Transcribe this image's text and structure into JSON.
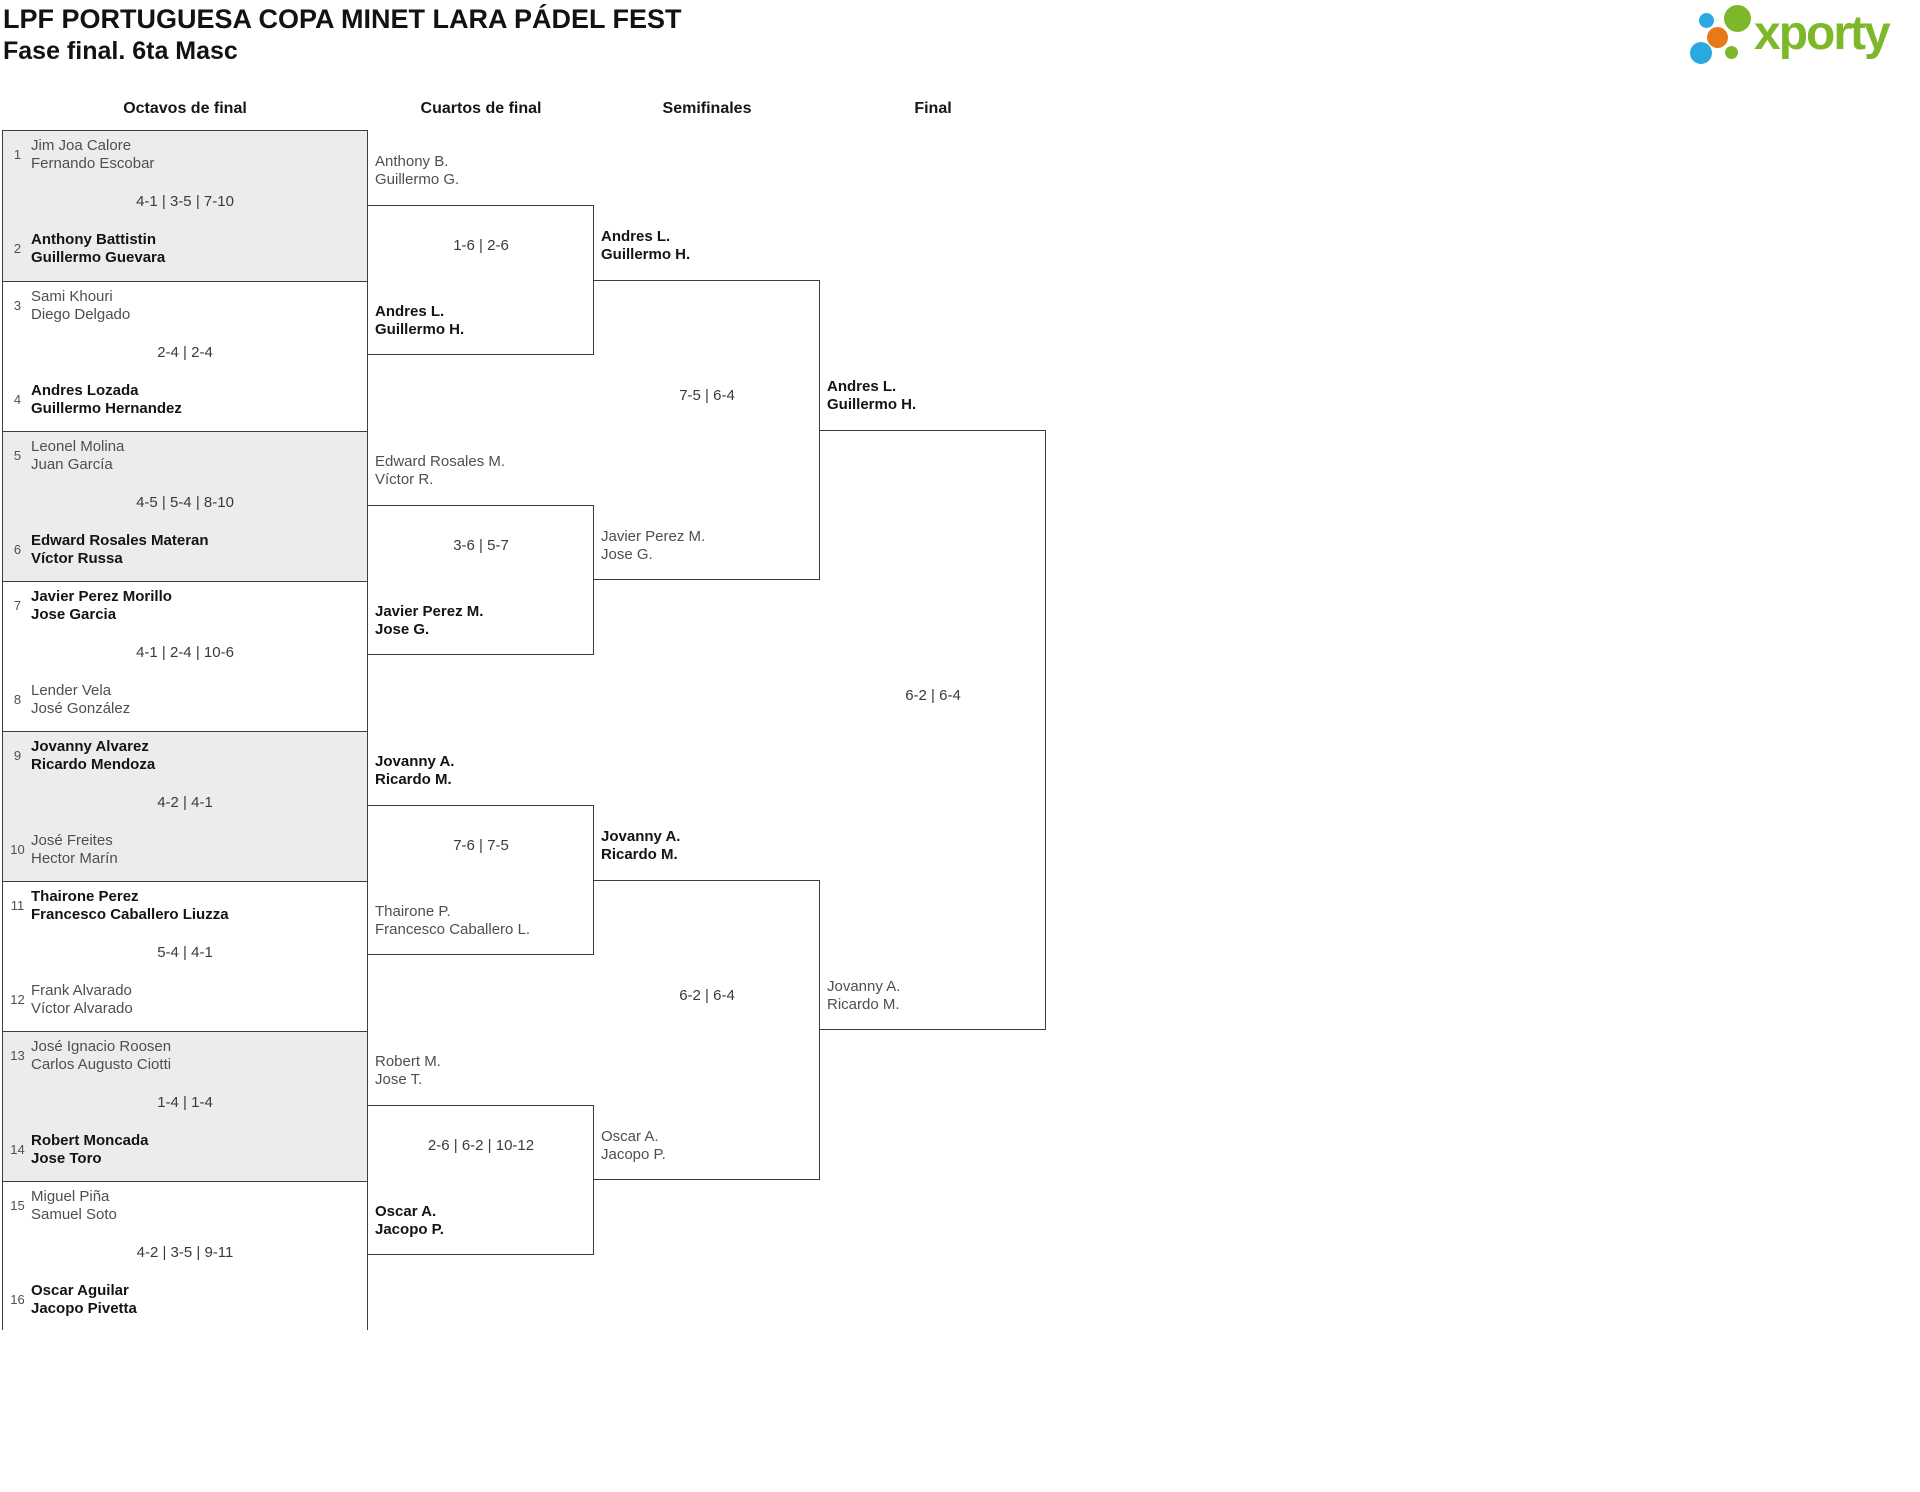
{
  "header": {
    "title": "LPF PORTUGUESA COPA MINET LARA PÁDEL FEST",
    "subtitle": "Fase final. 6ta Masc"
  },
  "logo": {
    "brand": "xporty",
    "green": "#7cb829",
    "blue": "#2aa9e0",
    "orange": "#e8791a"
  },
  "columns": [
    {
      "label": "Octavos de final"
    },
    {
      "label": "Cuartos de final"
    },
    {
      "label": "Semifinales"
    },
    {
      "label": "Final"
    }
  ],
  "bracket": {
    "octavos": [
      {
        "top": {
          "seed": "1",
          "players": [
            "Jim Joa Calore",
            "Fernando Escobar"
          ],
          "winner": false
        },
        "bottom": {
          "seed": "2",
          "players": [
            "Anthony Battistin",
            "Guillermo Guevara"
          ],
          "winner": true
        },
        "score": "4-1 | 3-5 | 7-10"
      },
      {
        "top": {
          "seed": "3",
          "players": [
            "Sami Khouri",
            "Diego Delgado"
          ],
          "winner": false
        },
        "bottom": {
          "seed": "4",
          "players": [
            "Andres Lozada",
            "Guillermo Hernandez"
          ],
          "winner": true
        },
        "score": "2-4 | 2-4"
      },
      {
        "top": {
          "seed": "5",
          "players": [
            "Leonel Molina",
            "Juan García"
          ],
          "winner": false
        },
        "bottom": {
          "seed": "6",
          "players": [
            "Edward Rosales Materan",
            "Víctor Russa"
          ],
          "winner": true
        },
        "score": "4-5 | 5-4 | 8-10"
      },
      {
        "top": {
          "seed": "7",
          "players": [
            "Javier Perez Morillo",
            "Jose Garcia"
          ],
          "winner": true
        },
        "bottom": {
          "seed": "8",
          "players": [
            "Lender Vela",
            "José González"
          ],
          "winner": false
        },
        "score": "4-1 | 2-4 | 10-6"
      },
      {
        "top": {
          "seed": "9",
          "players": [
            "Jovanny Alvarez",
            "Ricardo Mendoza"
          ],
          "winner": true
        },
        "bottom": {
          "seed": "10",
          "players": [
            "José Freites",
            "Hector Marín"
          ],
          "winner": false
        },
        "score": "4-2 | 4-1"
      },
      {
        "top": {
          "seed": "11",
          "players": [
            "Thairone Perez",
            "Francesco Caballero Liuzza"
          ],
          "winner": true
        },
        "bottom": {
          "seed": "12",
          "players": [
            "Frank Alvarado",
            "Víctor Alvarado"
          ],
          "winner": false
        },
        "score": "5-4 | 4-1"
      },
      {
        "top": {
          "seed": "13",
          "players": [
            "José Ignacio Roosen",
            "Carlos Augusto Ciotti"
          ],
          "winner": false
        },
        "bottom": {
          "seed": "14",
          "players": [
            "Robert Moncada",
            "Jose Toro"
          ],
          "winner": true
        },
        "score": "1-4 | 1-4"
      },
      {
        "top": {
          "seed": "15",
          "players": [
            "Miguel Piña",
            "Samuel Soto"
          ],
          "winner": false
        },
        "bottom": {
          "seed": "16",
          "players": [
            "Oscar Aguilar",
            "Jacopo Pivetta"
          ],
          "winner": true
        },
        "score": "4-2 | 3-5 | 9-11"
      }
    ],
    "cuartos": [
      {
        "top": {
          "players": [
            "Anthony B.",
            "Guillermo G."
          ],
          "winner": false
        },
        "bottom": {
          "players": [
            "Andres L.",
            "Guillermo H."
          ],
          "winner": true
        },
        "score": "1-6 | 2-6"
      },
      {
        "top": {
          "players": [
            "Edward Rosales M.",
            "Víctor R."
          ],
          "winner": false
        },
        "bottom": {
          "players": [
            "Javier Perez M.",
            "Jose G."
          ],
          "winner": true
        },
        "score": "3-6 | 5-7"
      },
      {
        "top": {
          "players": [
            "Jovanny A.",
            "Ricardo M."
          ],
          "winner": true
        },
        "bottom": {
          "players": [
            "Thairone P.",
            "Francesco Caballero L."
          ],
          "winner": false
        },
        "score": "7-6 | 7-5"
      },
      {
        "top": {
          "players": [
            "Robert M.",
            "Jose T."
          ],
          "winner": false
        },
        "bottom": {
          "players": [
            "Oscar A.",
            "Jacopo P."
          ],
          "winner": true
        },
        "score": "2-6 | 6-2 | 10-12"
      }
    ],
    "semifinales": [
      {
        "top": {
          "players": [
            "Andres L.",
            "Guillermo H."
          ],
          "winner": true
        },
        "bottom": {
          "players": [
            "Javier Perez M.",
            "Jose G."
          ],
          "winner": false
        },
        "score": "7-5 | 6-4"
      },
      {
        "top": {
          "players": [
            "Jovanny A.",
            "Ricardo M."
          ],
          "winner": true
        },
        "bottom": {
          "players": [
            "Oscar A.",
            "Jacopo P."
          ],
          "winner": false
        },
        "score": "6-2 | 6-4"
      }
    ],
    "final": [
      {
        "top": {
          "players": [
            "Andres L.",
            "Guillermo H."
          ],
          "winner": true
        },
        "bottom": {
          "players": [
            "Jovanny A.",
            "Ricardo M."
          ],
          "winner": false
        },
        "score": "6-2 | 6-4"
      }
    ]
  }
}
